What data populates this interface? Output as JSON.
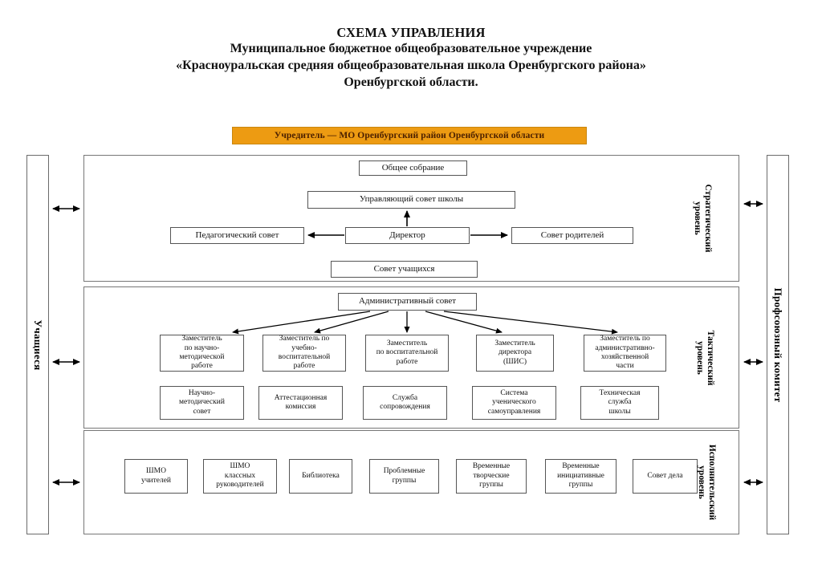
{
  "title": {
    "line1": "СХЕМА УПРАВЛЕНИЯ",
    "line2": "Муниципальное бюджетное общеобразовательное учреждение",
    "line3": "«Красноуральская средняя общеобразовательная школа Оренбургского района»",
    "line4": "Оренбургской области."
  },
  "founder": {
    "label": "Учредитель — МО Оренбургский район Оренбургской области",
    "bg_color": "#ED9B12"
  },
  "side_columns": {
    "left": {
      "label": "Учащиеся"
    },
    "right": {
      "label": "Профсоюзный комитет"
    }
  },
  "levels": [
    {
      "id": "strategic",
      "label": "Стратегический\nуровень",
      "label_line1": "Стратегический",
      "label_line2": "уровень",
      "nodes": [
        {
          "id": "obshee-sobranie",
          "label": "Общее собрание"
        },
        {
          "id": "upravlyayushchiy-sovet",
          "label": "Управляющий совет школы"
        },
        {
          "id": "pedagogicheskiy-sovet",
          "label": "Педагогический совет"
        },
        {
          "id": "direktor",
          "label": "Директор"
        },
        {
          "id": "sovet-roditeley",
          "label": "Совет родителей"
        },
        {
          "id": "sovet-uchashchihsya",
          "label": "Совет учащихся"
        }
      ]
    },
    {
      "id": "tactical",
      "label": "Тактический\nуровень",
      "label_line1": "Тактический",
      "label_line2": "уровень",
      "nodes": [
        {
          "id": "administrativnyy-sovet",
          "label": "Административный совет"
        },
        {
          "id": "zam-nauchno-metod",
          "label": "Заместитель\nпо научно-\nметодической\nработе"
        },
        {
          "id": "zam-uchebno-vospit",
          "label": "Заместитель по\nучебно-воспитательной\nработе"
        },
        {
          "id": "zam-vospitatelnoy",
          "label": "Заместитель\nпо воспитательной\nработе"
        },
        {
          "id": "zam-direktora-shis",
          "label": "Заместитель\nдиректора\n(ШИС)"
        },
        {
          "id": "zam-ahch",
          "label": "Заместитель по\nадминистративно-\nхозяйственной\nчасти"
        },
        {
          "id": "nauchno-metod-sovet",
          "label": "Научно-\nметодический\nсовет"
        },
        {
          "id": "attestacionnaya-komissiya",
          "label": "Аттестационная\nкомиссия"
        },
        {
          "id": "sluzhba-soprovozhdeniya",
          "label": "Служба\nсопровождения"
        },
        {
          "id": "sistema-samoupravleniya",
          "label": "Система\nученического\nсамоуправления"
        },
        {
          "id": "tehnicheskaya-sluzhba",
          "label": "Техническая\nслужба\nшколы"
        }
      ]
    },
    {
      "id": "executive",
      "label": "Исполнительский\nуровень",
      "label_line1": "Исполнительский",
      "label_line2": "уровень",
      "nodes": [
        {
          "id": "shmo-uchiteley",
          "label": "ШМО\nучителей"
        },
        {
          "id": "shmo-klassnyh",
          "label": "ШМО\nклассных\nруководителей"
        },
        {
          "id": "biblioteka",
          "label": "Библиотека"
        },
        {
          "id": "problemnye-gruppy",
          "label": "Проблемные\nгруппы"
        },
        {
          "id": "vremennye-tvorcheskie",
          "label": "Временные\nтворческие\nгруппы"
        },
        {
          "id": "vremennye-iniciativnye",
          "label": "Временные\nинициативные\nгруппы"
        },
        {
          "id": "sovet-dela",
          "label": "Совет дела"
        }
      ]
    }
  ]
}
